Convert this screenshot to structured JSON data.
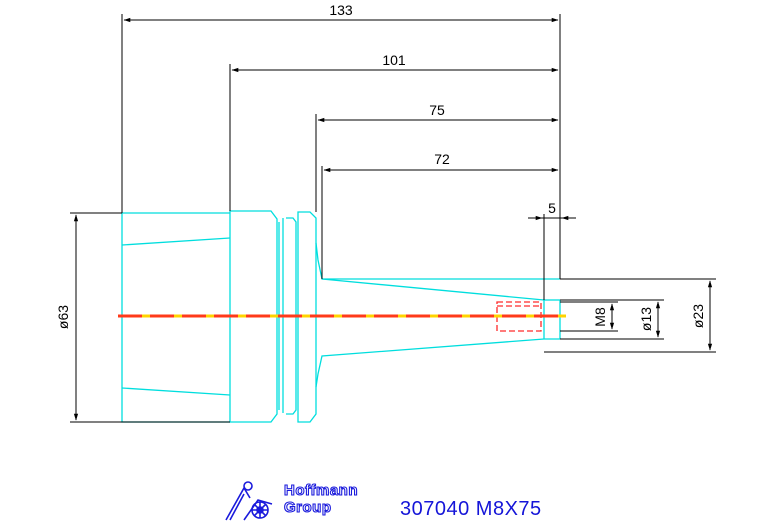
{
  "dimensions": {
    "overall_length": "133",
    "length_2": "101",
    "length_3": "75",
    "length_4": "72",
    "tip_length": "5",
    "diameter_body": "ø63",
    "thread": "M8",
    "diameter_tip": "ø13",
    "diameter_shank": "ø23"
  },
  "footer": {
    "brand_line_1": "Hoffmann",
    "brand_line_2": "Group",
    "part_number": "307040 M8X75"
  },
  "colors": {
    "outline": "#00dede",
    "dimension": "#000000",
    "centerline_dash": "#ff3a1a",
    "centerline_base": "#ffd400",
    "thread_hidden": "#ff2a2a",
    "brand": "#1a1adc"
  }
}
